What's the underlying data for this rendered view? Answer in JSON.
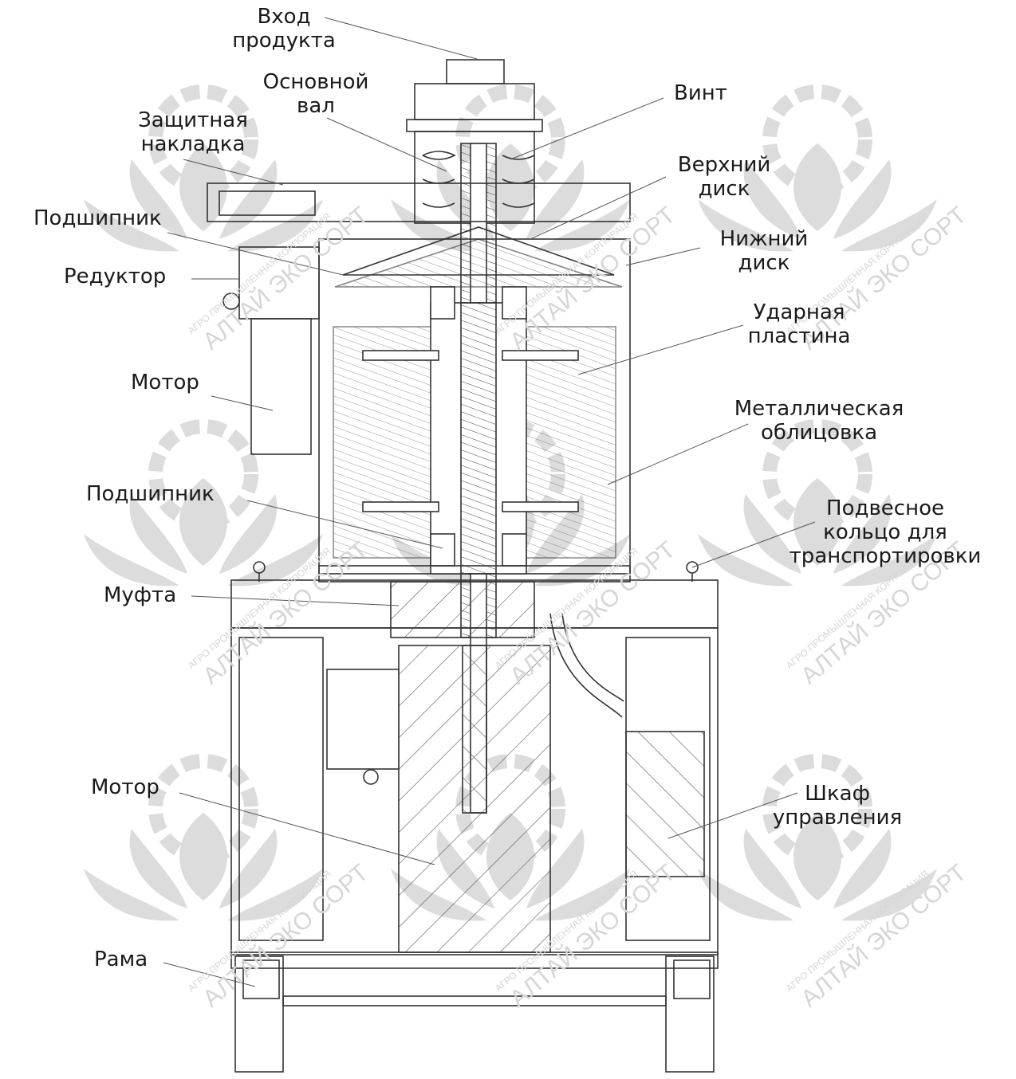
{
  "labels": {
    "product_inlet": [
      "Вход",
      "продукта"
    ],
    "main_shaft": [
      "Основной",
      "вал"
    ],
    "protective_cover": [
      "Защитная",
      "накладка"
    ],
    "bearing_top": [
      "Подшипник"
    ],
    "gearbox": [
      "Редуктор"
    ],
    "motor_top": [
      "Мотор"
    ],
    "bearing_bottom": [
      "Подшипник"
    ],
    "coupling": [
      "Муфта"
    ],
    "motor_bottom": [
      "Мотор"
    ],
    "frame": [
      "Рама"
    ],
    "screw": [
      "Винт"
    ],
    "upper_disc": [
      "Верхний",
      "диск"
    ],
    "lower_disc": [
      "Нижний",
      "диск"
    ],
    "impact_plate": [
      "Ударная",
      "пластина"
    ],
    "metal_lining": [
      "Металлическая",
      "облицовка"
    ],
    "lifting_ring": [
      "Подвесное",
      "кольцо для",
      "транспортировки"
    ],
    "control_cabinet": [
      "Шкаф",
      "управления"
    ]
  },
  "watermark": {
    "brand": "АЛТАЙ ЭКО СОРТ",
    "subtitle": "АГРО ПРОМЫШЛЕННАЯ КОРПОРАЦИЯ"
  },
  "colors": {
    "line": "#333333",
    "leader": "#555555",
    "watermark": "#d6d6d6"
  }
}
